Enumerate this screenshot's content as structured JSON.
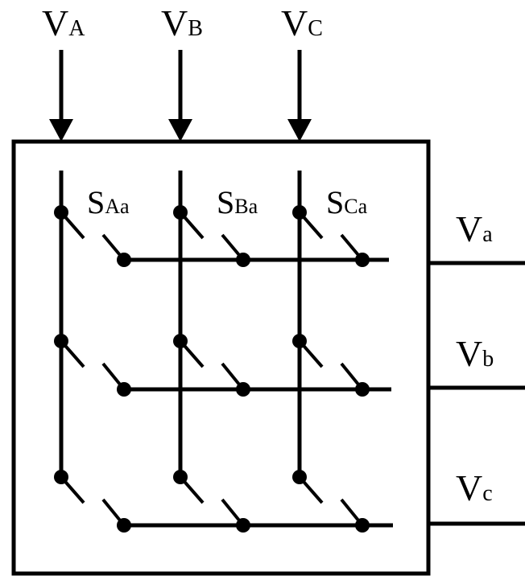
{
  "diagram": {
    "inputs": [
      {
        "main": "V",
        "sub": "A"
      },
      {
        "main": "V",
        "sub": "B"
      },
      {
        "main": "V",
        "sub": "C"
      }
    ],
    "outputs": [
      {
        "main": "V",
        "sub": "a"
      },
      {
        "main": "V",
        "sub": "b"
      },
      {
        "main": "V",
        "sub": "c"
      }
    ],
    "switch_labels": [
      {
        "main": "S",
        "sub": "Aa"
      },
      {
        "main": "S",
        "sub": "Ba"
      },
      {
        "main": "S",
        "sub": "Ca"
      }
    ],
    "colors": {
      "ink": "#000000",
      "background": "#ffffff"
    }
  }
}
